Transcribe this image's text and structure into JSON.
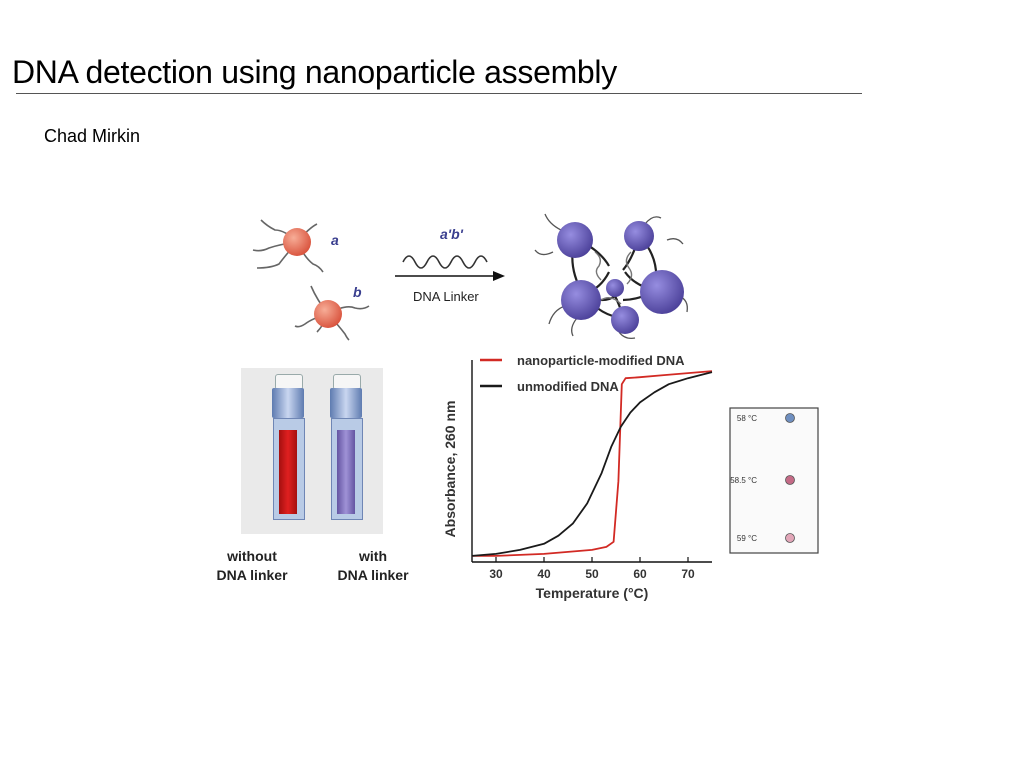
{
  "slide": {
    "title": "DNA detection using nanoparticle assembly",
    "author": "Chad Mirkin"
  },
  "scheme": {
    "particle_a_label": "a",
    "particle_b_label": "b",
    "linker_label": "a'b'",
    "arrow_label": "DNA Linker"
  },
  "vials": {
    "left_label_line1": "without",
    "left_label_line2": "DNA linker",
    "right_label_line1": "with",
    "right_label_line2": "DNA linker"
  },
  "spots": [
    {
      "label": "58 °C",
      "color": "#6f8fc0"
    },
    {
      "label": "58.5 °C",
      "color": "#c46a86"
    },
    {
      "label": "59 °C",
      "color": "#e2a6b8"
    }
  ],
  "colors": {
    "particle_red": "#e0684f",
    "particle_purple": "#6b60b6",
    "label_blue": "#3a3f8f",
    "series_red": "#d22a24",
    "series_black": "#1a1a1a"
  },
  "chart_data": {
    "type": "line",
    "xlabel": "Temperature (°C)",
    "ylabel": "Absorbance, 260 nm",
    "xlim": [
      25,
      75
    ],
    "xticks": [
      30,
      40,
      50,
      60,
      70
    ],
    "yticks_shown": false,
    "legend": "top-left",
    "series": [
      {
        "name": "nanoparticle-modified DNA",
        "color": "#d22a24",
        "x": [
          25,
          30,
          35,
          40,
          45,
          50,
          53,
          54.5,
          55.5,
          56.2,
          57,
          60,
          65,
          70,
          75
        ],
        "y": [
          0.03,
          0.03,
          0.035,
          0.04,
          0.05,
          0.06,
          0.075,
          0.1,
          0.4,
          0.88,
          0.91,
          0.915,
          0.925,
          0.935,
          0.945
        ]
      },
      {
        "name": "unmodified DNA",
        "color": "#1a1a1a",
        "x": [
          25,
          30,
          35,
          40,
          43,
          46,
          49,
          52,
          54,
          56,
          58,
          60,
          63,
          66,
          70,
          75
        ],
        "y": [
          0.03,
          0.04,
          0.06,
          0.09,
          0.13,
          0.19,
          0.29,
          0.44,
          0.57,
          0.67,
          0.74,
          0.79,
          0.84,
          0.88,
          0.91,
          0.94
        ]
      }
    ]
  }
}
